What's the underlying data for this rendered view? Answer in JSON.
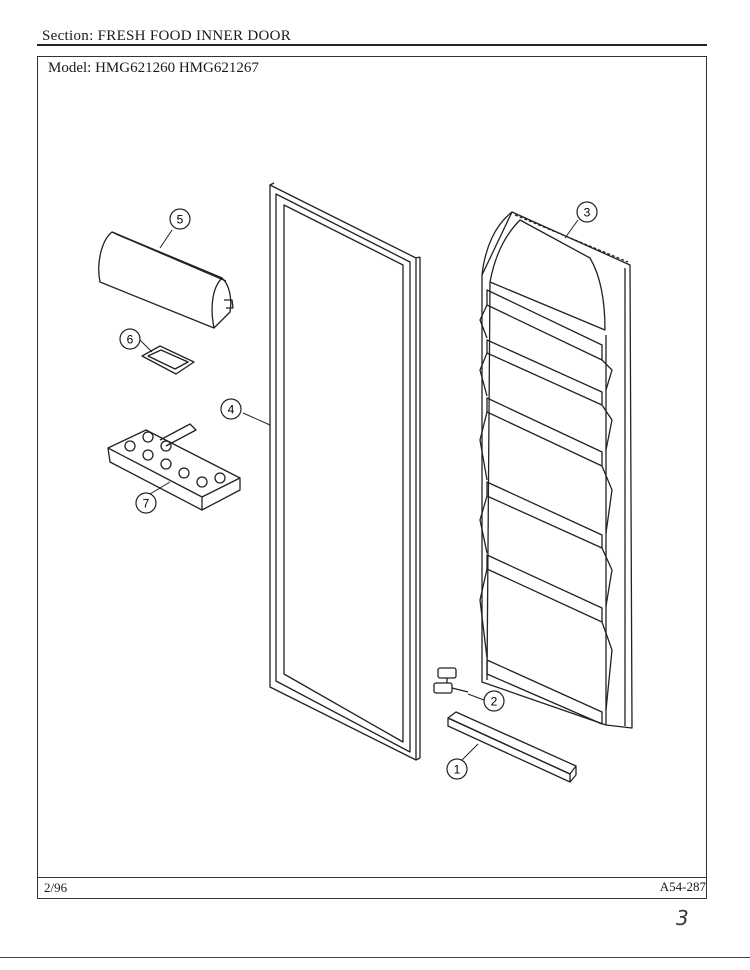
{
  "header": {
    "section_label": "Section:",
    "section_value": "FRESH FOOD INNER DOOR",
    "model_label": "Model:",
    "model_value": "HMG621260 HMG621267"
  },
  "footer": {
    "date": "2/96",
    "code": "A54-287",
    "page_mark": "3"
  },
  "callouts": [
    "1",
    "2",
    "3",
    "4",
    "5",
    "6",
    "7"
  ]
}
